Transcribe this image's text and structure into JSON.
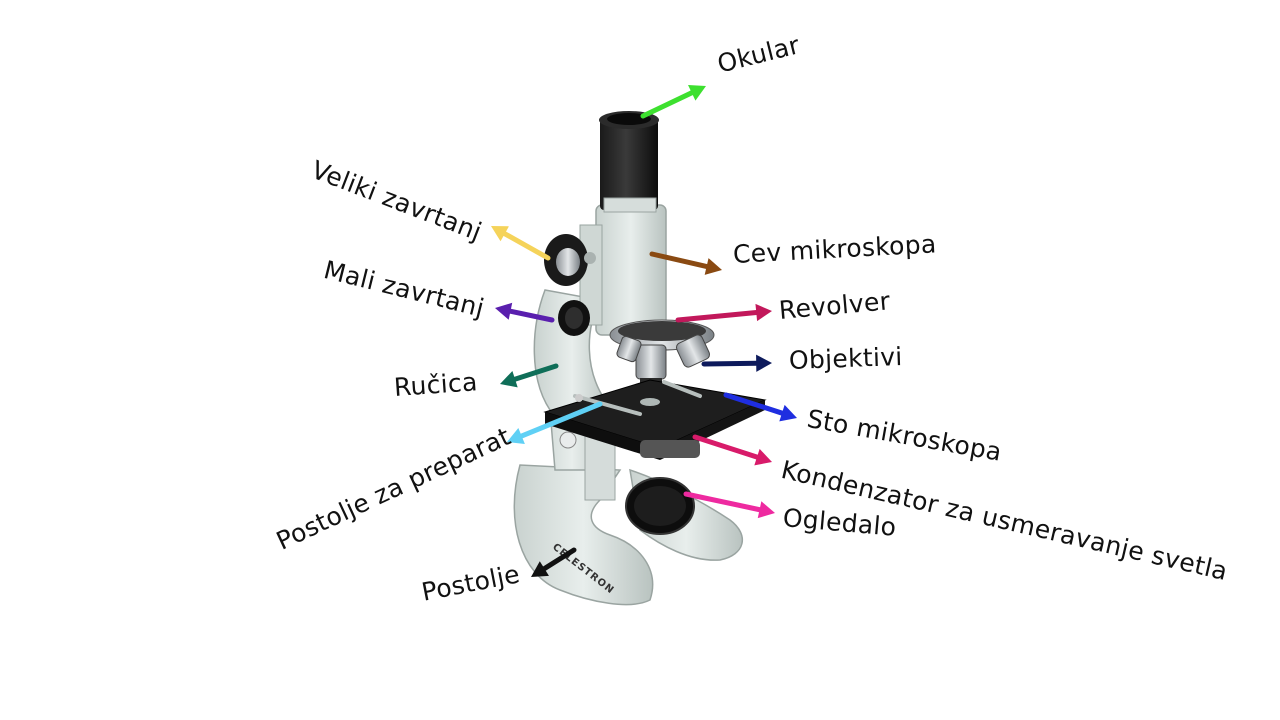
{
  "labels": {
    "okular": "Okular",
    "veliki_zavrtanj": "Veliki zavrtanj",
    "cev_mikroskopa": "Cev mikroskopa",
    "mali_zavrtanj": "Mali zavrtanj",
    "revolver": "Revolver",
    "objektivi": "Objektivi",
    "rucica": "Ručica",
    "sto_mikroskopa": "Sto mikroskopa",
    "postolje_za_preparat": "Postolje za preparat",
    "kondenzator": "Kondenzator za usmeravanje svetla",
    "ogledalo": "Ogledalo",
    "postolje": "Postolje"
  },
  "brand": "CELESTRON",
  "arrow_colors": {
    "okular": "#3de02f",
    "veliki_zavrtanj": "#f5d35a",
    "cev_mikroskopa": "#8a4a12",
    "mali_zavrtanj": "#5a1fae",
    "revolver": "#c2185b",
    "objektivi": "#0d1a5c",
    "rucica": "#0f6e58",
    "sto_mikroskopa": "#1f2ee0",
    "postolje_za_preparat": "#5fd0f5",
    "kondenzator": "#d81b6a",
    "ogledalo": "#ee2aa0",
    "postolje": "#111111"
  }
}
